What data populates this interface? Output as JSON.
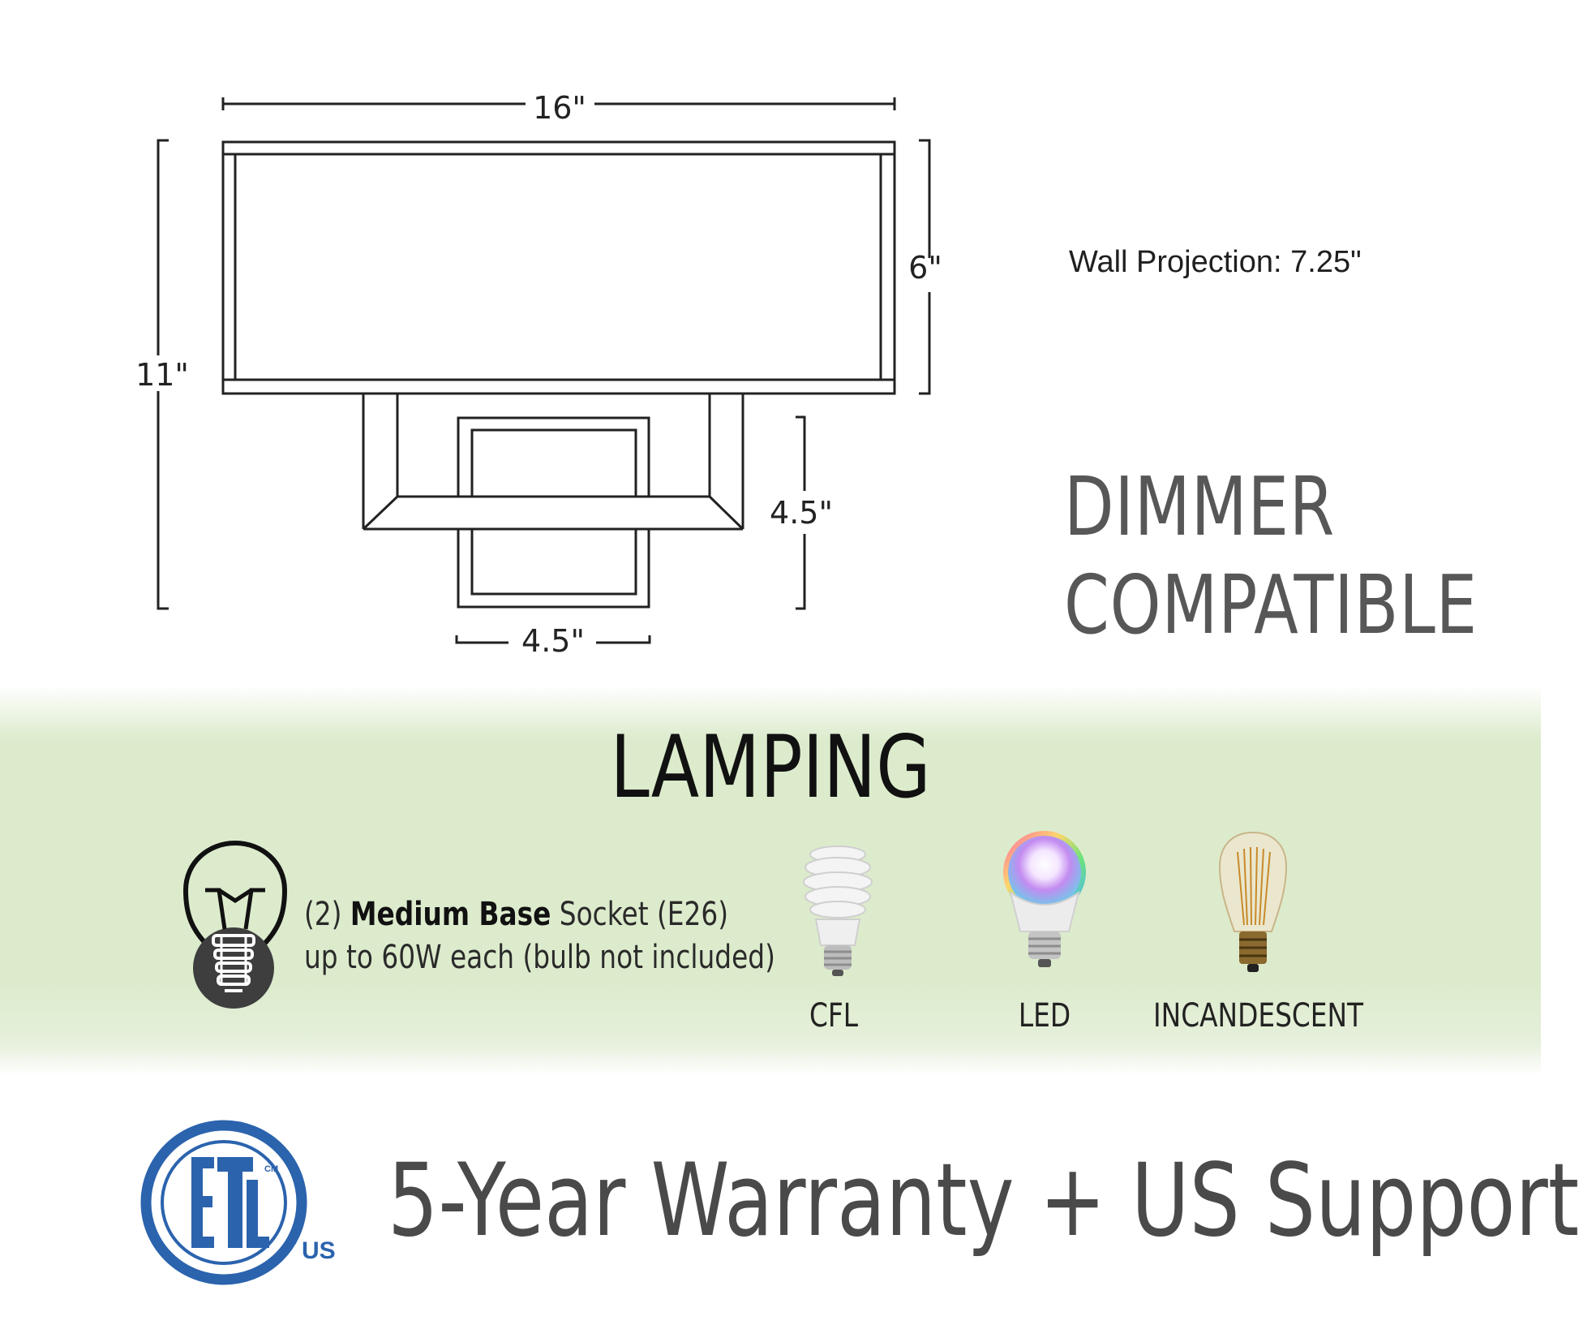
{
  "dimensions": {
    "width": "16\"",
    "shade_height": "6\"",
    "total_height": "11\"",
    "backplate_height": "4.5\"",
    "backplate_width": "4.5\""
  },
  "wall_projection": "Wall Projection: 7.25\"",
  "dimmer": {
    "line1": "DIMMER",
    "line2": "COMPATIBLE"
  },
  "lamping": {
    "title": "LAMPING",
    "socket_count": "(2)",
    "socket_type_bold": "Medium Base",
    "socket_rest": "Socket (E26)",
    "wattage_line": "up to 60W each (bulb not included)",
    "bulbs": [
      {
        "label": "CFL",
        "icon": "cfl-bulb-icon"
      },
      {
        "label": "LED",
        "icon": "led-bulb-icon"
      },
      {
        "label": "INCANDESCENT",
        "icon": "incandescent-bulb-icon"
      }
    ]
  },
  "certification": {
    "logo_letters": "ETL",
    "mark_small": "CM",
    "country": "US"
  },
  "warranty": "5-Year Warranty + US Support",
  "colors": {
    "etl_blue": "#2b63ad",
    "band_green": "#dcebcc",
    "dimmer_gray": "#575757"
  }
}
